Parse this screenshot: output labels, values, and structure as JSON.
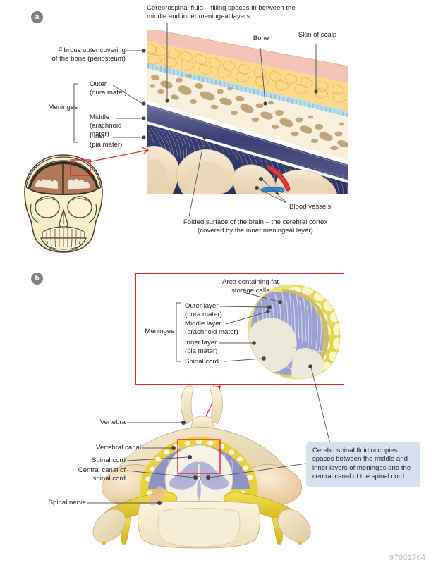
{
  "figure": {
    "watermark": "97801704",
    "panels": [
      {
        "id": "a",
        "badge": "a"
      },
      {
        "id": "b",
        "badge": "b"
      }
    ]
  },
  "panel_a": {
    "badge": "a",
    "labels": {
      "csf": "Cerebrospinal fluid – filling spaces in between the\nmiddle and inner meningeal layers",
      "bone": "Bone",
      "skin_of_scalp": "Skin of scalp",
      "periosteum": "Fibrous outer covering\nof the bone (periosteum)",
      "meninges_brace": "Meninges",
      "outer": "Outer\n(dura mater)",
      "middle": "Middle\n(arachnoid\nmater)",
      "inner": "Inner\n(pia mater)",
      "blood_vessels": "Blood vessels",
      "cortex": "Folded surface of the brain – the cerebral cortex\n(covered by the inner meningeal layer)"
    },
    "colors": {
      "skin": "#f3c0b4",
      "fat": "#f9d98a",
      "fat_line": "#e8a83c",
      "periosteum": "#a9d4ea",
      "bone_matrix": "#f7efdb",
      "bone_trabecula": "#bfa379",
      "dura": "#4b4f7d",
      "arachnoid_space": "#2f3566",
      "arachnoid_fibre": "#c6cde4",
      "cortex": "#f0ddc0",
      "cortex_inner": "#e3c79f",
      "artery": "#d7282f",
      "vein": "#2474c0",
      "skull_bone": "#f7efc8",
      "brain_tissue": "#b77a5a",
      "outline": "#4d4034"
    }
  },
  "panel_b": {
    "badge": "b",
    "inset_labels": {
      "fat_cells": "Area containing fat\nstorage cells",
      "meninges_brace": "Meninges",
      "outer_layer": "Outer layer\n(dura mater)",
      "middle_layer": "Middle layer\n(arachnoid mater)",
      "inner_layer": "Inner layer\n(pia mater)",
      "spinal_cord": "Spinal cord"
    },
    "vertebra_labels": {
      "vertebra": "Vertebra",
      "vertebral_canal": "Vertebral canal",
      "spinal_cord": "Spinal cord",
      "central_canal": "Central canal of\nspinal cord",
      "spinal_nerve": "Spinal nerve"
    },
    "callout": "Cerebrospinal fluid occupies spaces between the middle and inner layers of meninges and the central canal of the spinal cord.",
    "colors": {
      "fat_yellow": "#e8d44a",
      "fat_yellow_light": "#f4ec9c",
      "dura_edge": "#cdbb72",
      "arachnoid": "#9aa0cf",
      "arachnoid_fibre": "#c9cde6",
      "cord": "#e9e4d6",
      "bone": "#f2e6c9",
      "bone_shade": "#ded0ac",
      "nerve_yellow": "#ead13c",
      "nerve_dark": "#c9a92a",
      "cord_grey_matter": "#b2b4d8",
      "canal_blue": "#8d93c4",
      "callout_bg": "#d6e0f0",
      "red": "#ed1c24"
    }
  }
}
